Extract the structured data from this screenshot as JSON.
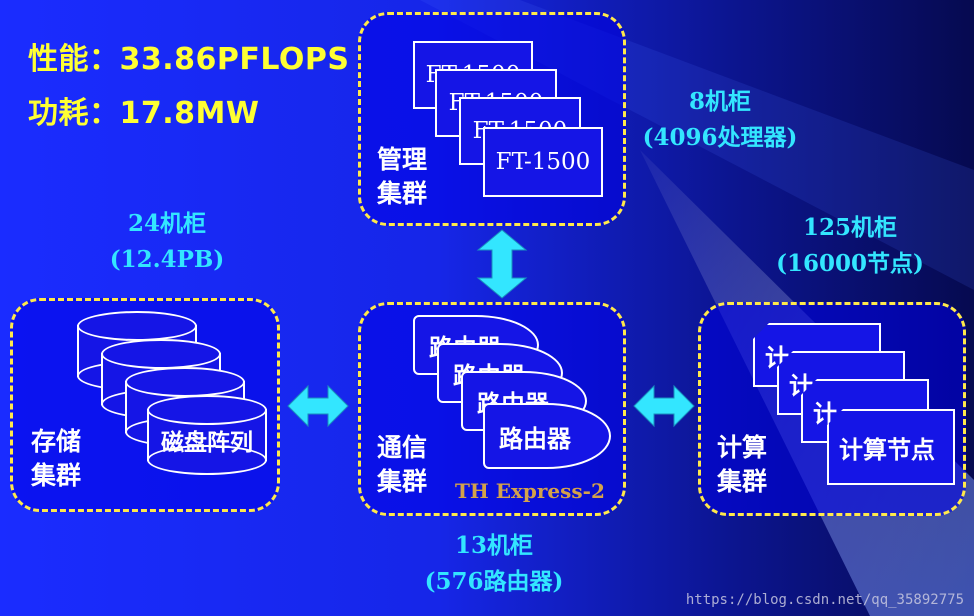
{
  "specs": {
    "performance": "性能：33.86PFLOPS",
    "power": "功耗：17.8MW"
  },
  "management": {
    "cabinet_count": "8机柜",
    "cabinet_detail": "(4096处理器)",
    "label_line1": "管理",
    "label_line2": "集群",
    "cards": [
      "FT-1500",
      "FT-1500",
      "FT-1500",
      "FT-1500"
    ]
  },
  "storage": {
    "cabinet_count": "24机柜",
    "cabinet_detail": "(12.4PB)",
    "label_line1": "存储",
    "label_line2": "集群",
    "disks": [
      "磁",
      "磁",
      "磁",
      "磁盘阵列"
    ]
  },
  "communication": {
    "cabinet_count": "13机柜",
    "cabinet_detail": "(576路由器)",
    "label_line1": "通信",
    "label_line2": "集群",
    "network_name": "TH Express-2",
    "routers": [
      "路由器",
      "路由器",
      "路由器",
      "路由器"
    ]
  },
  "compute": {
    "cabinet_count": "125机柜",
    "cabinet_detail": "(16000节点)",
    "label_line1": "计算",
    "label_line2": "集群",
    "nodes": [
      "计",
      "计",
      "计",
      "计算节点"
    ]
  },
  "colors": {
    "spec_text": "#ffff33",
    "cabinet_text": "#33e6ff",
    "cluster_border": "#ffe94a",
    "arrow": "#33e6ff",
    "network_name": "#d4a24a"
  },
  "watermark": "https://blog.csdn.net/qq_35892775"
}
